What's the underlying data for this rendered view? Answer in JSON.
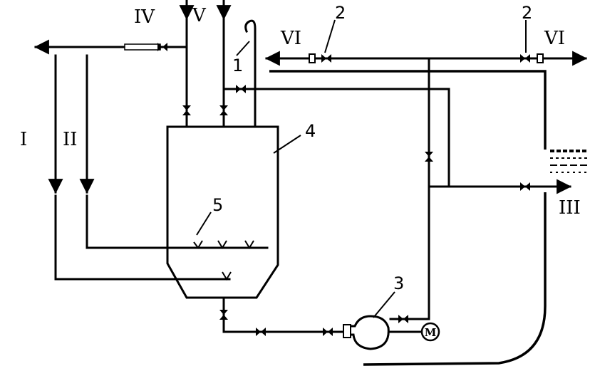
{
  "labels": {
    "stream_I": "I",
    "stream_II": "II",
    "stream_III": "III",
    "stream_IV": "IV",
    "stream_V": "V",
    "stream_VI_left": "VI",
    "stream_VI_right": "VI",
    "item_1": "1",
    "item_2_left": "2",
    "item_2_right": "2",
    "item_3": "3",
    "item_4": "4",
    "item_5": "5",
    "motor": "M"
  }
}
